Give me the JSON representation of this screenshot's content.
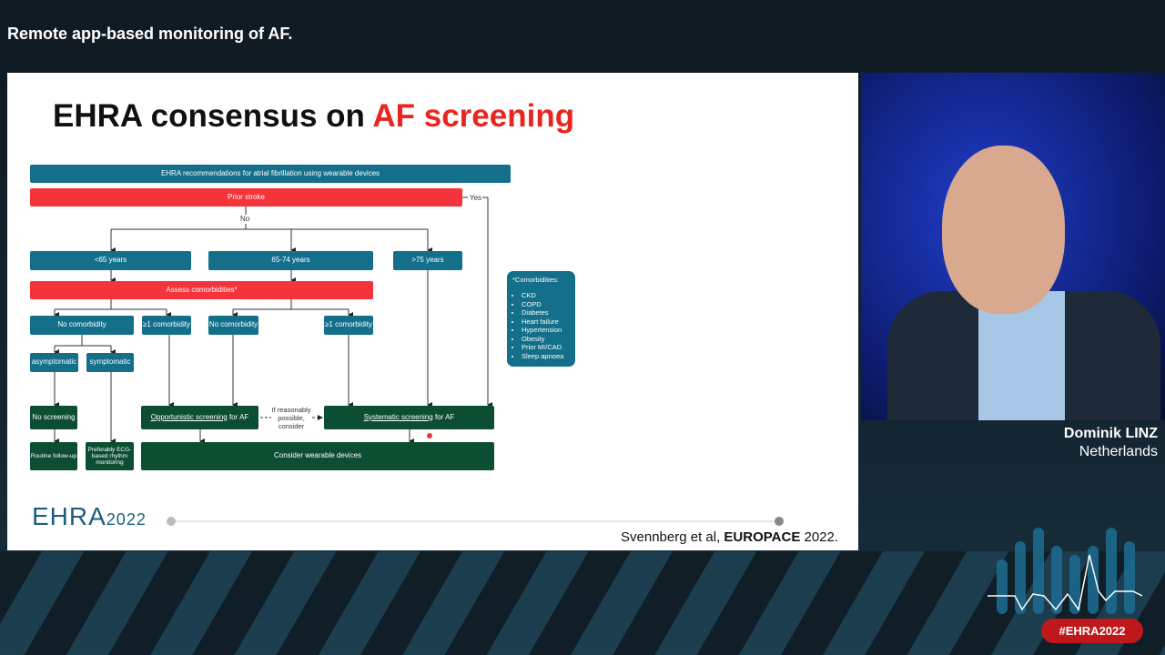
{
  "topic_title": "Remote app-based monitoring of AF.",
  "slide": {
    "title_part1": "EHRA consensus on ",
    "title_part2": "AF screening",
    "flow": {
      "header": "EHRA recommendations for atrial fibrillation using wearable devices",
      "prior_stroke": "Prior stroke",
      "yes": "Yes",
      "no": "No",
      "age_lt65": "<65 years",
      "age_65_74": "65-74 years",
      "age_gt75": ">75 years",
      "assess": "Assess comorbidities*",
      "no_comorb_1": "No comorbidity",
      "ge1_comorb_1": "≥1 comorbidity",
      "no_comorb_2": "No comorbidity",
      "ge1_comorb_2": "≥1 comorbidity",
      "asymptomatic": "asymptomatic",
      "symptomatic": "symptomatic",
      "no_screening": "No screening",
      "opportunistic_u": "Opportunistic screening",
      "opportunistic_rest": " for AF",
      "if_possible": "If reasonably possible, consider",
      "systematic_u": "Systematic screening",
      "systematic_rest": " for AF",
      "routine": "Routine follow-up",
      "preferably": "Preferably ECG-based rhythm monitoring",
      "wearable": "Consider wearable devices"
    },
    "comorbidities": {
      "title": "*Comorbidities:",
      "items": [
        "CKD",
        "COPD",
        "Diabetes",
        "Heart failure",
        "Hypertension",
        "Obesity",
        "Prior MI/CAD",
        "Sleep apnoea"
      ]
    },
    "logo_text": "EHRA",
    "logo_year": "2022",
    "citation_a": "Svennberg et al, ",
    "citation_b": "EUROPACE",
    "citation_c": " 2022."
  },
  "speaker": {
    "name": "Dominik LINZ",
    "country": "Netherlands"
  },
  "hashtag": "#EHRA2022",
  "colors": {
    "teal": "#136f8a",
    "red": "#f5333a",
    "green": "#0b4e32",
    "accent_red": "#e8261f"
  }
}
